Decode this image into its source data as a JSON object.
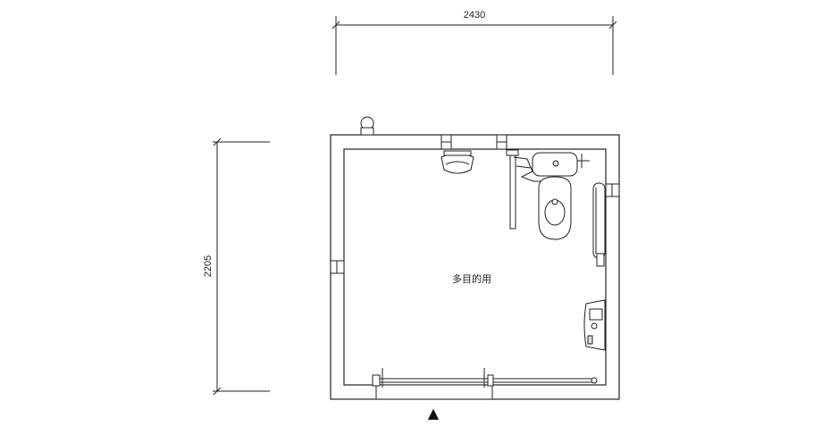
{
  "dimensions": {
    "width_label": "2430",
    "height_label": "2205"
  },
  "room": {
    "label": "多目的用"
  },
  "entrance": {
    "marker": "▲"
  }
}
